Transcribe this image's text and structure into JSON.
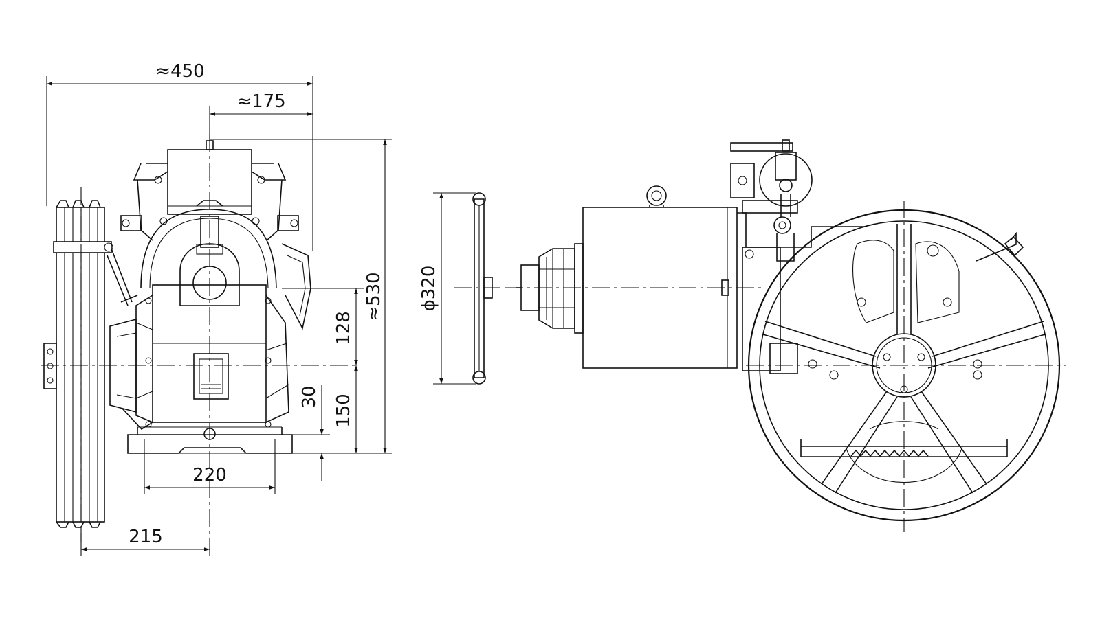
{
  "drawing": {
    "colors": {
      "line": "#111111",
      "background": "#ffffff"
    },
    "dimensions": {
      "overall_width": "≈450",
      "motor_offset": "≈175",
      "overall_height": "≈530",
      "shaft_height": "128",
      "base_to_center": "150",
      "base_thickness": "30",
      "base_width": "220",
      "sheave_offset": "215",
      "handwheel_diameter": "ϕ320"
    }
  }
}
